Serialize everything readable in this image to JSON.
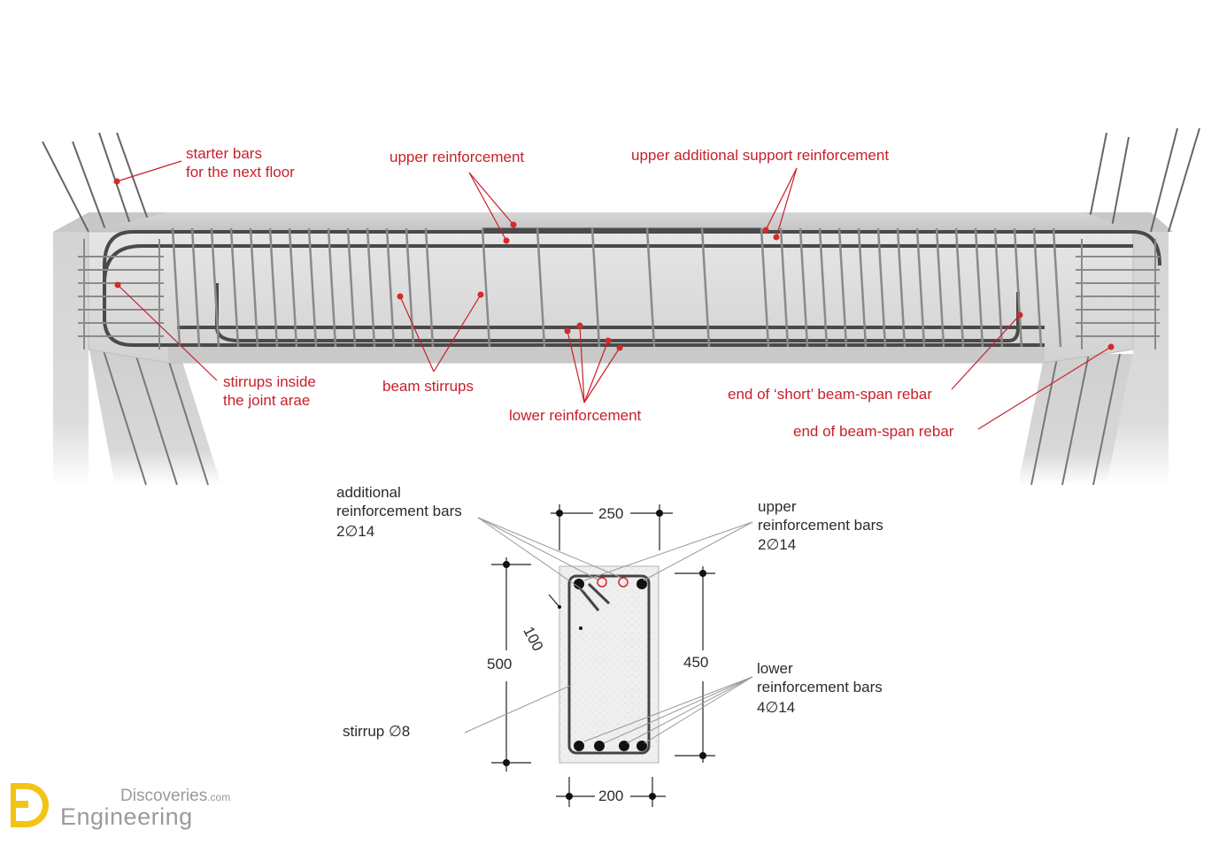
{
  "labels": {
    "starter_bars": [
      "starter bars",
      "for the next floor"
    ],
    "upper_reinforcement": "upper reinforcement",
    "upper_additional_support": "upper additional support reinforcement",
    "stirrups_inside": [
      "stirrups inside",
      "the joint arae"
    ],
    "beam_stirrups": "beam stirrups",
    "lower_reinforcement": "lower reinforcement",
    "end_short_span": "end of ‘short’ beam-span rebar",
    "end_beam_span": "end of beam-span rebar"
  },
  "section": {
    "additional_bars": [
      "additional",
      "reinforcement bars",
      "2∅14"
    ],
    "upper_bars": [
      "upper",
      "reinforcement bars",
      "2∅14"
    ],
    "lower_bars": [
      "lower",
      "reinforcement bars",
      "4∅14"
    ],
    "stirrup": "stirrup ∅8",
    "dim_top": "250",
    "dim_bottom": "200",
    "dim_left": "500",
    "dim_right": "450",
    "dim_diag": "100"
  },
  "logo": {
    "discoveries": "Discoveries",
    "domain": ".com",
    "engineering": "Engineering"
  },
  "colors": {
    "label_red": "#c8202a",
    "text_dark": "#2b2b2b",
    "concrete": "#dcdcdc",
    "rebar": "#555555"
  }
}
